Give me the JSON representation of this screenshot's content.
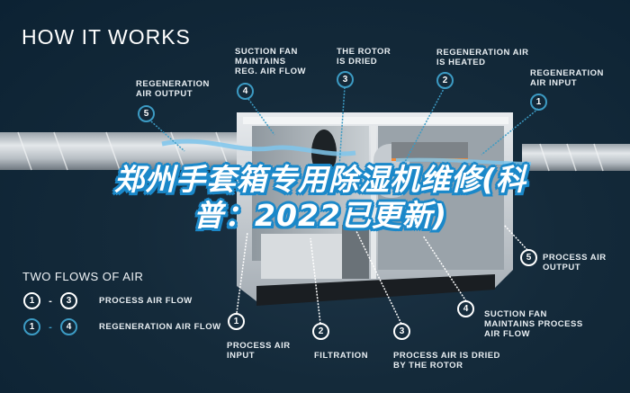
{
  "title": "HOW IT WORKS",
  "overlay_caption": "郑州手套箱专用除湿机维修(科普：2022已更新)",
  "colors": {
    "background": "#0c2233",
    "accent_blue": "#3c9bc4",
    "caption_outline": "#1b88c9",
    "text": "#ffffff"
  },
  "top_callouts": [
    {
      "number": "5",
      "label": "REGENERATION\nAIR OUTPUT"
    },
    {
      "number": "4",
      "label": "SUCTION FAN\nMAINTAINS\nREG. AIR FLOW"
    },
    {
      "number": "3",
      "label": "THE ROTOR\nIS DRIED"
    },
    {
      "number": "2",
      "label": "REGENERATION AIR\nIS HEATED"
    },
    {
      "number": "1",
      "label": "REGENERATION\nAIR INPUT"
    }
  ],
  "bottom_callouts": [
    {
      "number": "1",
      "label": "PROCESS AIR\nINPUT"
    },
    {
      "number": "2",
      "label": "FILTRATION"
    },
    {
      "number": "3",
      "label": "PROCESS AIR IS DRIED\nBY THE ROTOR"
    },
    {
      "number": "4",
      "label": "SUCTION FAN\nMAINTAINS PROCESS\nAIR FLOW"
    },
    {
      "number": "5",
      "label": "PROCESS AIR\nOUTPUT"
    }
  ],
  "legend": {
    "title": "TWO FLOWS OF AIR",
    "rows": [
      {
        "from": "1",
        "sep": "-",
        "to": "3",
        "label": "PROCESS AIR FLOW"
      },
      {
        "from": "1",
        "sep": "-",
        "to": "4",
        "label": "REGENERATION AIR FLOW"
      }
    ]
  }
}
